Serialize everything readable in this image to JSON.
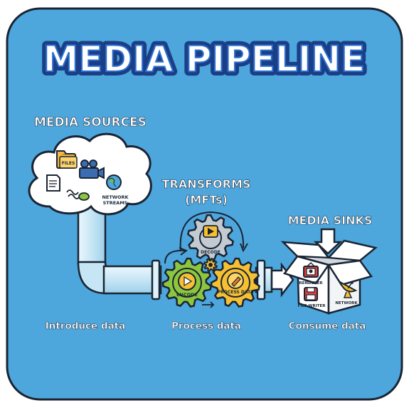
{
  "title": "MEDIA PIPELINE",
  "sources": {
    "heading": "MEDIA SOURCES",
    "files_label": "FILES",
    "network_label_line1": "NETWORK",
    "network_label_line2": "STREAMS",
    "caption": "Introduce data"
  },
  "transforms": {
    "heading_line1": "TRANSFORMS",
    "heading_line2": "(MFTs)",
    "gear_top_label": "DECODE",
    "gear_left_label": "ENCODE",
    "gear_right_label": "PROCESS DATA",
    "caption": "Process data"
  },
  "sinks": {
    "heading": "MEDIA SINKS",
    "renderer_label": "RENDERER",
    "file_writer_label": "FILE WRITER",
    "network_label": "NETWORK",
    "caption": "Consume data"
  },
  "colors": {
    "panel": "#4da6dc",
    "panel_border": "#1a2433",
    "title_fill": "#ffffff",
    "title_stroke": "#1b4f9e",
    "gear_green": "#8cc63f",
    "gear_yellow": "#f6c032",
    "pipe": "#cdeaf7"
  }
}
